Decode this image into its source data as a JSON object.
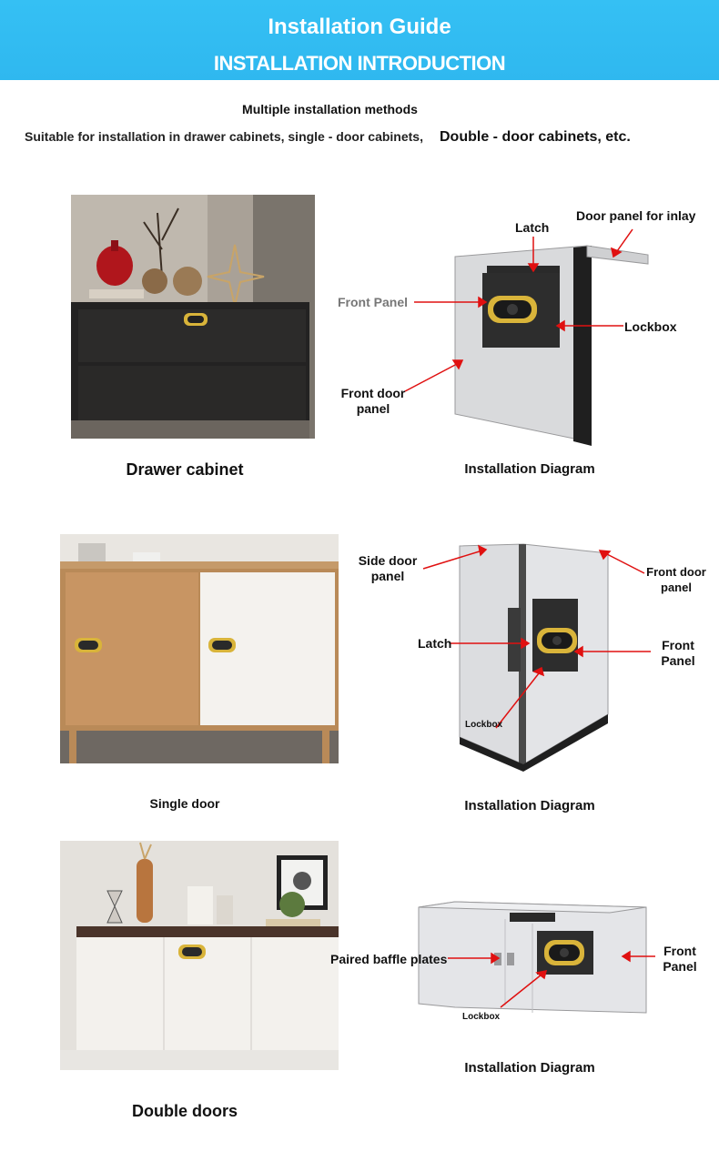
{
  "header": {
    "title": "Installation Guide",
    "subtitle": "INSTALLATION INTRODUCTION"
  },
  "intro": {
    "line1": "Multiple installation methods",
    "line2": "Suitable for installation in drawer cabinets, single - door cabinets,",
    "line3": "Double - door cabinets, etc."
  },
  "sections": [
    {
      "photo_caption": "Drawer cabinet",
      "diagram_caption": "Installation Diagram",
      "labels": {
        "latch": "Latch",
        "door_panel_inlay": "Door panel for inlay",
        "front_panel": "Front Panel",
        "lockbox": "Lockbox",
        "front_door_panel_1": "Front door",
        "front_door_panel_2": "panel"
      }
    },
    {
      "photo_caption": "Single door",
      "diagram_caption": "Installation Diagram",
      "labels": {
        "side_door_1": "Side door",
        "side_door_2": "panel",
        "front_door_1": "Front door",
        "front_door_2": "panel",
        "latch": "Latch",
        "front_panel_1": "Front",
        "front_panel_2": "Panel",
        "lockbox": "Lockbox"
      }
    },
    {
      "photo_caption": "Double doors",
      "diagram_caption": "Installation Diagram",
      "labels": {
        "baffle": "Paired baffle plates",
        "front_panel_1": "Front",
        "front_panel_2": "Panel",
        "lockbox": "Lockbox"
      }
    }
  ],
  "colors": {
    "header_bg": "#35c0f4",
    "arrow": "#e01010",
    "lock_gold": "#d9b43a"
  }
}
